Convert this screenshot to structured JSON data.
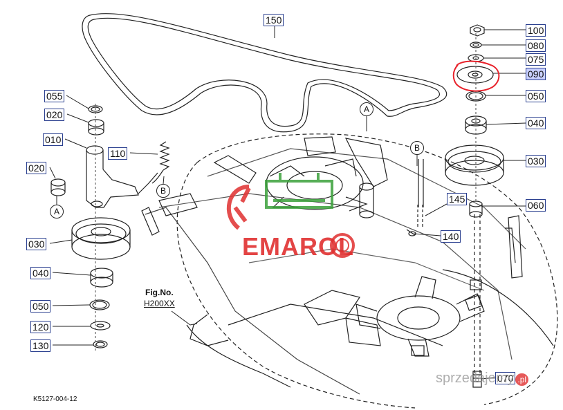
{
  "labels": {
    "p150": "150",
    "p100": "100",
    "p080": "080",
    "p075": "075",
    "p090": "090",
    "p050r": "050",
    "p040r": "040",
    "p030r": "030",
    "p060": "060",
    "p145": "145",
    "p140": "140",
    "p070": "070",
    "p055": "055",
    "p020a": "020",
    "p010": "010",
    "p110": "110",
    "p020b": "020",
    "p030l": "030",
    "p040l": "040",
    "p050l": "050",
    "p120": "120",
    "p130": "130"
  },
  "refs": {
    "a_top": "A",
    "b_top": "B",
    "a_left": "A",
    "b_left": "B"
  },
  "figure": {
    "fig_label": "Fig.No.",
    "fig_number": "H200XX",
    "code": "K5127-004-12"
  },
  "watermark": {
    "brand": "EMAROL",
    "marketplace": "sprzedajemy",
    "marketplace_tld": ".pl"
  },
  "colors": {
    "highlight_circle": "#e8222b",
    "label_border": "#2a3f8f",
    "selected_label_bg": "#c9d0ff",
    "brand_red": "#e03030",
    "brand_green": "#3aa03a"
  }
}
